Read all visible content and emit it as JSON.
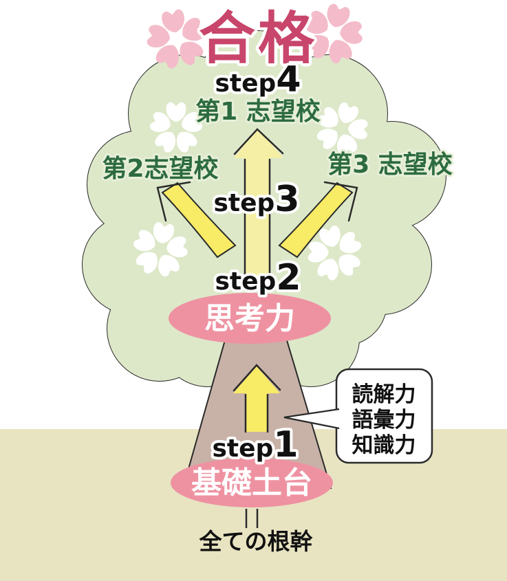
{
  "title": {
    "text": "合格"
  },
  "steps": {
    "s4": {
      "label": "step",
      "num": "4"
    },
    "s3": {
      "label": "step",
      "num": "3"
    },
    "s2": {
      "label": "step",
      "num": "2"
    },
    "s1": {
      "label": "step",
      "num": "1"
    }
  },
  "schools": {
    "first": "第1 志望校",
    "second": "第2志望校",
    "third": "第3 志望校"
  },
  "nodes": {
    "thinking": "思考力",
    "foundation": "基礎土台"
  },
  "bubble": {
    "lines": [
      "読解力",
      "語彙力",
      "知識力"
    ]
  },
  "caption": {
    "roots": "全ての根幹"
  },
  "colors": {
    "paper": "#ffffff",
    "ground": "#e8e4c2",
    "foliage": "#dde8c9",
    "outline": "#2a2a2a",
    "trunk": "#c8b2a7",
    "node": "#ee92a2",
    "arrow": "#f8eb66",
    "arrowpale": "#f5efa5",
    "title": "#c8456b",
    "school": "#2c6b3f",
    "halo": "#e7efd9",
    "ink": "#111111",
    "sakura": "#f4bcca"
  }
}
